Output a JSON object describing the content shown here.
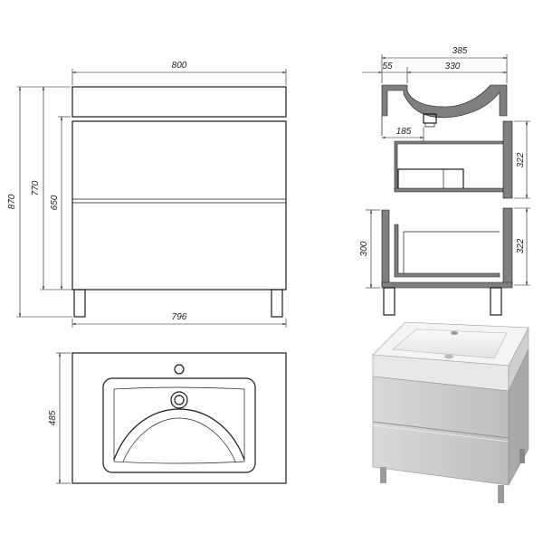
{
  "front_view": {
    "width_top": "800",
    "height_total": "870",
    "height_to_worktop": "770",
    "height_body": "650",
    "width_bottom": "796"
  },
  "side_section": {
    "depth_total": "385",
    "wall_gap": "55",
    "basin_depth": "330",
    "drawer_inner": "185",
    "drawer_height_top": "322",
    "drawer_height_bottom": "322",
    "leg_height": "300"
  },
  "top_view": {
    "depth": "485"
  },
  "colors": {
    "line": "#1a1a1a",
    "section_fill": "#7f7f7f",
    "render_body": "#dcdcdc",
    "render_basin": "#f2f2f2"
  }
}
